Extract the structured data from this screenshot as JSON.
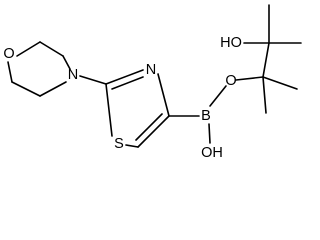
{
  "molecule": {
    "atoms": {
      "morpholine_o": "O",
      "morpholine_n": "N",
      "thiazole_n": "N",
      "thiazole_s": "S",
      "boron": "B",
      "boron_oh": "OH",
      "ester_o": "O",
      "pinacol_ho": "HO"
    }
  }
}
